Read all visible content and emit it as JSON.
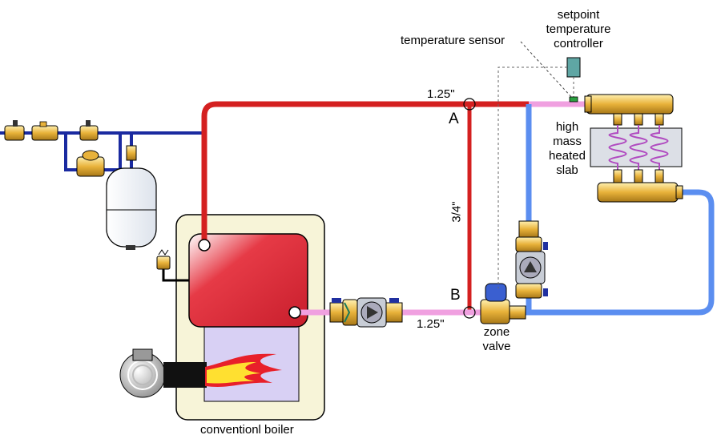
{
  "labels": {
    "setpoint_controller": [
      "setpoint",
      "temperature",
      "controller"
    ],
    "temperature_sensor": "temperature sensor",
    "pipe_top": "1.25\"",
    "point_a": "A",
    "point_b": "B",
    "bypass_size": "3/4\"",
    "pipe_bottom": "1.25\"",
    "slab": [
      "high",
      "mass",
      "heated",
      "slab"
    ],
    "zone_valve": [
      "zone",
      "valve"
    ],
    "boiler": "conventionl boiler"
  },
  "colors": {
    "supply_pipe": "#d42020",
    "return_pipe": "#5b8ef0",
    "mixed_pipe": "#f0a0e0",
    "cold_water_pipe": "#1a2aa0",
    "brass": "#e8b23a",
    "boiler_body": "#f7f4d8",
    "heat_exchanger": "#e0303c",
    "combustion_chamber": "#d8d0f4",
    "controller_box": "#5fa6a4",
    "sensor": "#2aa040",
    "zone_valve_actuator": "#3a5fd0"
  }
}
